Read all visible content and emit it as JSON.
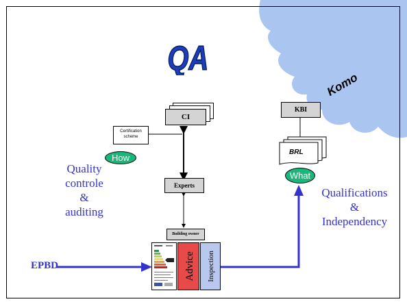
{
  "title": "QA",
  "brand": "Komo",
  "nodes": {
    "ci": "CI",
    "certification_scheme": "Certification scheme",
    "how": "How",
    "experts": "Experts",
    "building_owner": "Building owner",
    "advice": "Advice",
    "inspection": "Inspection",
    "kbi": "KBI",
    "brl": "BRL",
    "what": "What",
    "epbd": "EPBD"
  },
  "labels": {
    "quality_lines": [
      "Quality",
      "controle",
      "&",
      "auditing"
    ],
    "qualification_lines": [
      "Qualifications",
      "&",
      "Independency"
    ]
  },
  "colors": {
    "accent_blue": "#3333cc",
    "cloud": "#aac6f0",
    "oval_green": "#1ab77a",
    "box_gray": "#d4d4d4",
    "advice_red": "#e84a4a",
    "inspection_blue": "#b8c8ee"
  }
}
